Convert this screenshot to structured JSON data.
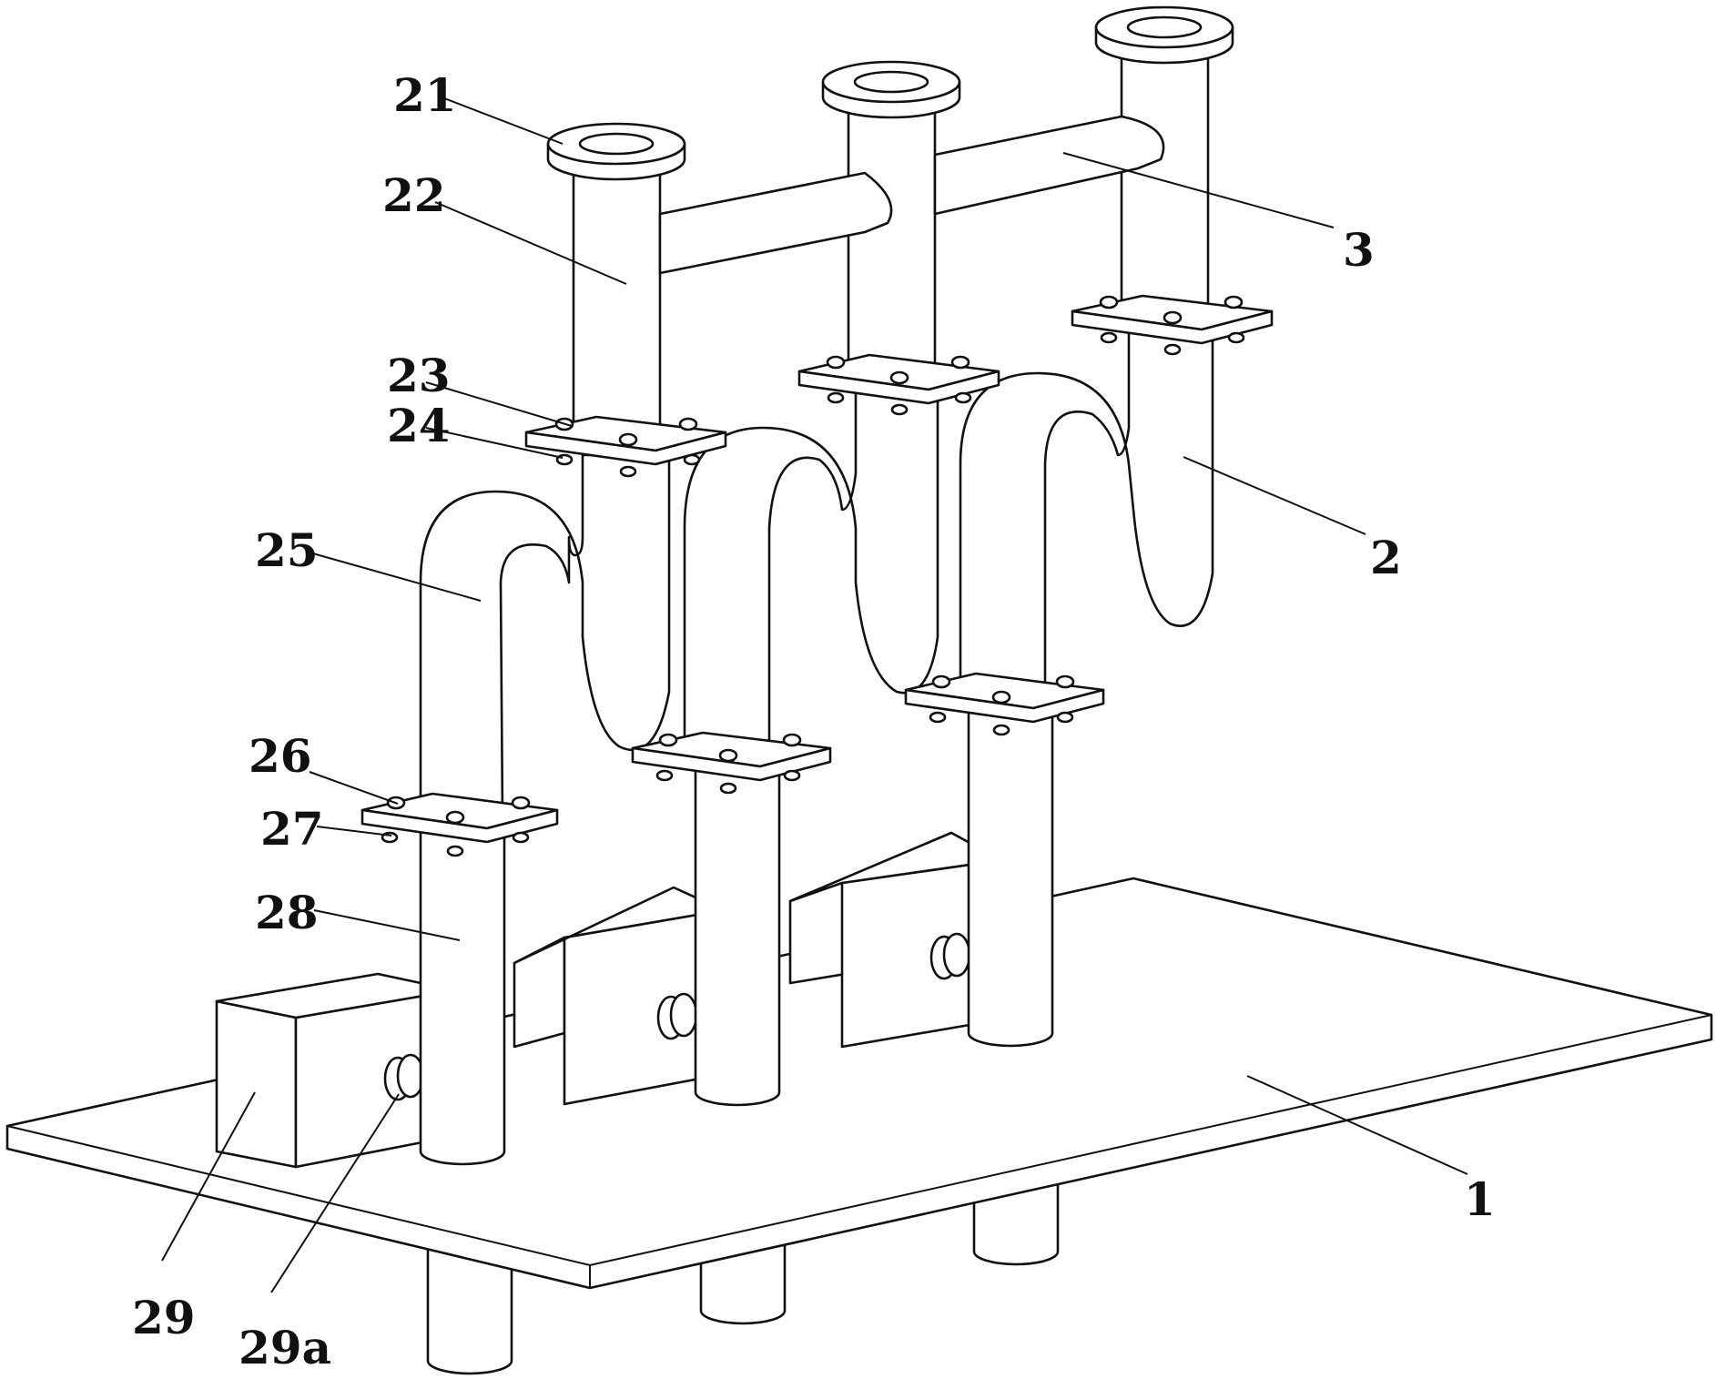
{
  "labels": {
    "l1": "1",
    "l2": "2",
    "l3": "3",
    "l21": "21",
    "l22": "22",
    "l23": "23",
    "l24": "24",
    "l25": "25",
    "l26": "26",
    "l27": "27",
    "l28": "28",
    "l29": "29",
    "l29a": "29a"
  },
  "colors": {
    "line": "#111111",
    "fill": "#ffffff"
  }
}
